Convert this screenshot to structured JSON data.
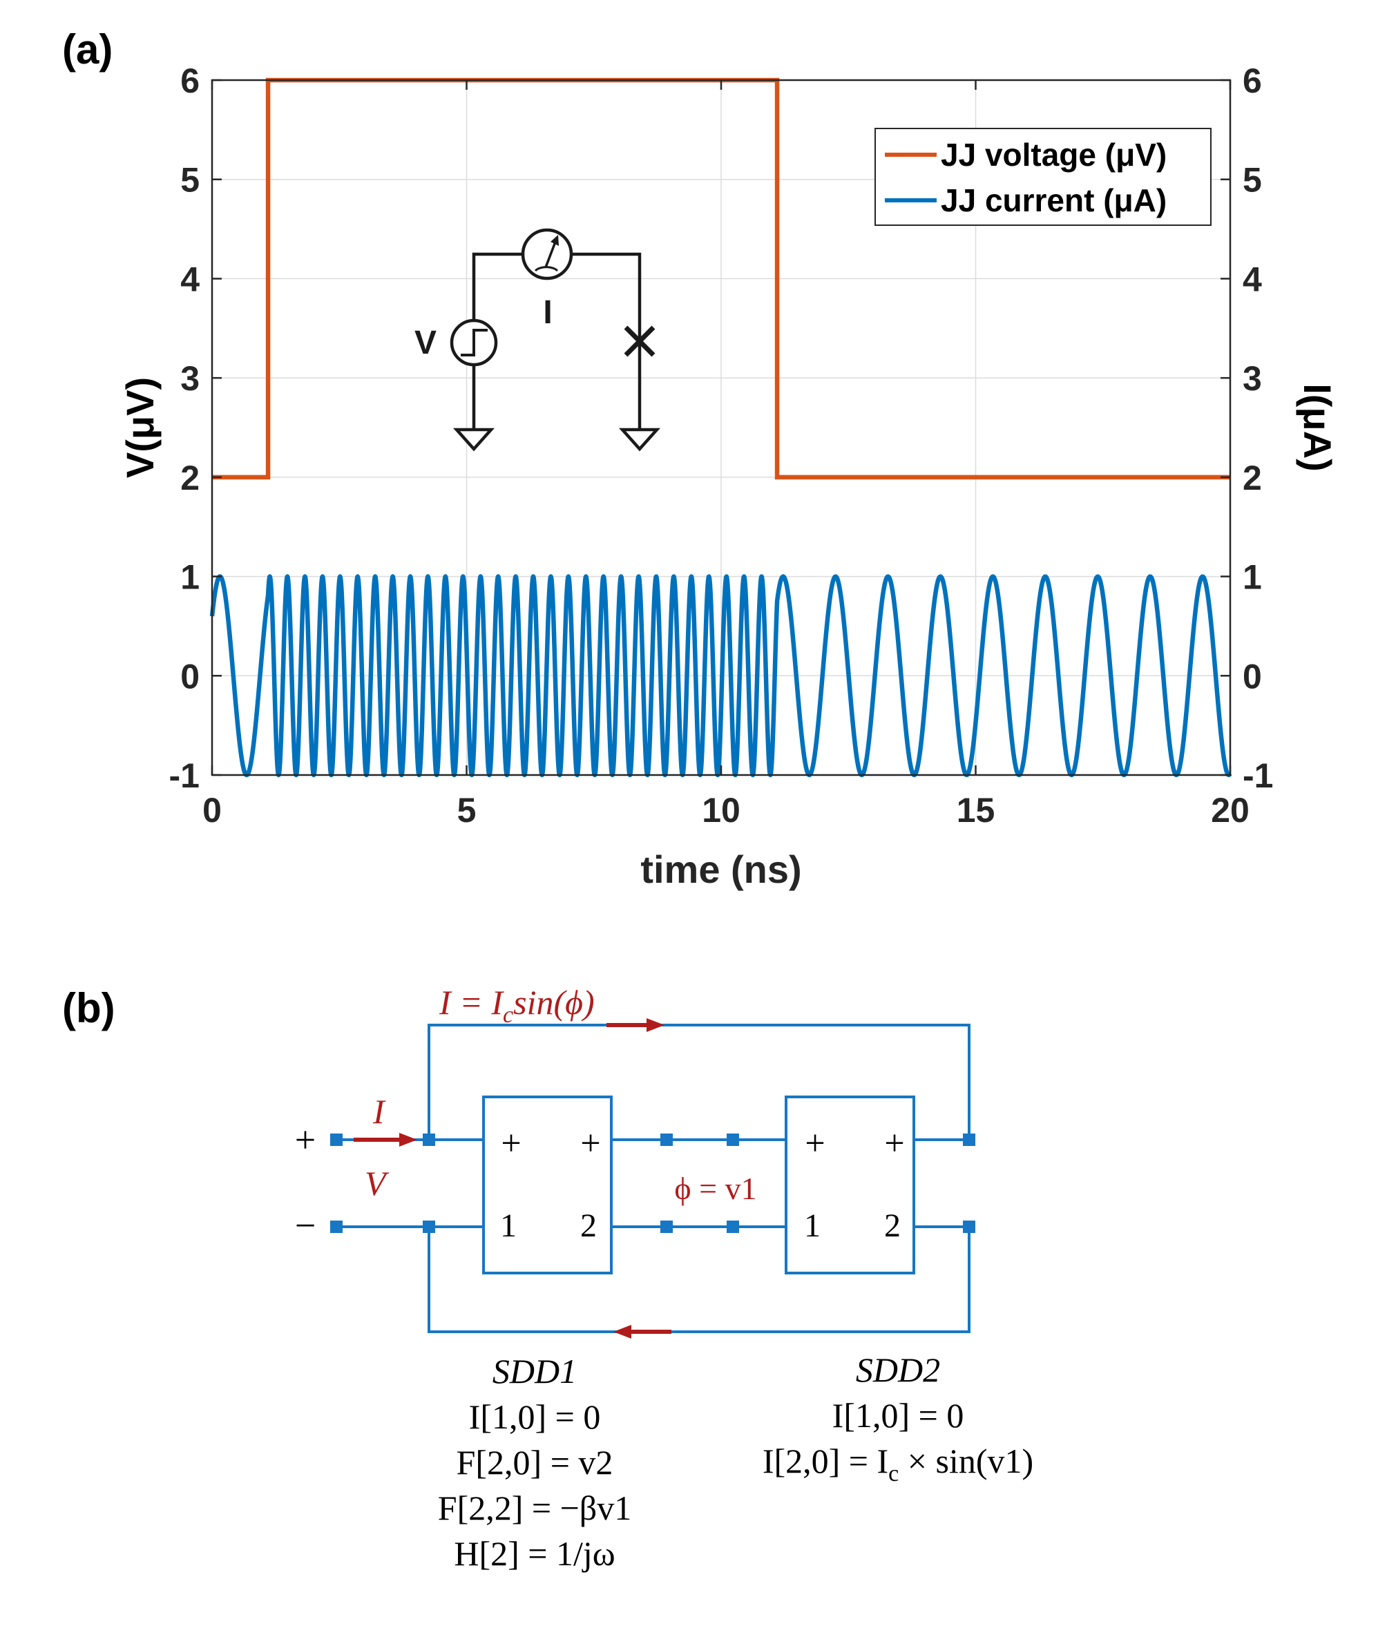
{
  "panel_a": {
    "label": "(a)",
    "inset": {
      "source_label": "V",
      "meter_label": "I"
    }
  },
  "panel_b": {
    "label": "(b)",
    "formula_top": "I = I",
    "formula_top_sub": "c",
    "formula_top_rest": "sin(ϕ)",
    "input_current": "I",
    "input_voltage": "V",
    "plus": "+",
    "minus": "−",
    "phi_label": "ϕ = v1",
    "box1": {
      "tl": "+",
      "tr": "+",
      "bl": "1",
      "br": "2"
    },
    "box2": {
      "tl": "+",
      "tr": "+",
      "bl": "1",
      "br": "2"
    },
    "sdd1": {
      "title": "SDD1",
      "lines": [
        "I[1,0] = 0",
        "F[2,0] = v2",
        "F[2,2] = −βv1",
        "H[2] = 1/jω"
      ]
    },
    "sdd2": {
      "title": "SDD2",
      "line1": "I[1,0] = 0",
      "line2_pre": "I[2,0] = I",
      "line2_sub": "c",
      "line2_post": " × sin(v1)"
    }
  },
  "chart_data": {
    "type": "line",
    "title": "",
    "xlabel": "time (ns)",
    "ylabel": "V(μV)",
    "ylabel_right": "I(μA)",
    "xlim": [
      0,
      20
    ],
    "ylim": [
      -1,
      6
    ],
    "xticks": [
      "0",
      "5",
      "10",
      "15",
      "20"
    ],
    "yticks_left": [
      "-1",
      "0",
      "1",
      "2",
      "3",
      "4",
      "5",
      "6"
    ],
    "yticks_right": [
      "-1",
      "0",
      "1",
      "2",
      "3",
      "4",
      "5",
      "6"
    ],
    "grid": true,
    "legend": "top-right",
    "series": [
      {
        "name": "JJ voltage (μV)",
        "color": "#d95319",
        "kind": "step",
        "x": [
          0,
          1.1,
          1.1,
          11.1,
          11.1,
          20
        ],
        "y": [
          2,
          2,
          6,
          6,
          2,
          2
        ]
      },
      {
        "name": "JJ current (μA)",
        "color": "#0072bd",
        "kind": "piecewise-sine",
        "amplitude": 1,
        "segments": [
          {
            "x_start": 0,
            "x_end": 1.1,
            "period_ns": 1.05,
            "start_value": 0.6
          },
          {
            "x_start": 1.1,
            "x_end": 11.1,
            "period_ns": 0.345
          },
          {
            "x_start": 11.1,
            "x_end": 20,
            "period_ns": 1.03
          }
        ]
      }
    ]
  }
}
